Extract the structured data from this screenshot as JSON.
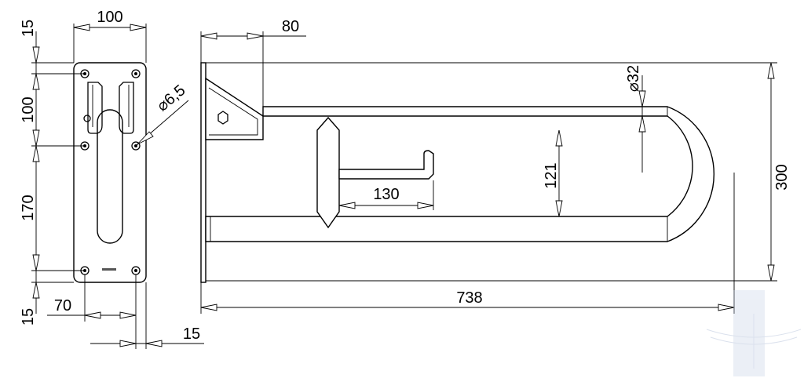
{
  "dimensions": {
    "top_margin": "15",
    "plate_width": "100",
    "hole_spacing_upper": "100",
    "hole_spacing_lower": "170",
    "bottom_margin": "15",
    "bottom_offset": "70",
    "edge_offset": "15",
    "bracket_depth": "80",
    "hole_diameter": "⌀6,5",
    "tube_diameter": "⌀32",
    "rail_gap": "121",
    "holder_length": "130",
    "total_height": "300",
    "total_length": "738"
  }
}
